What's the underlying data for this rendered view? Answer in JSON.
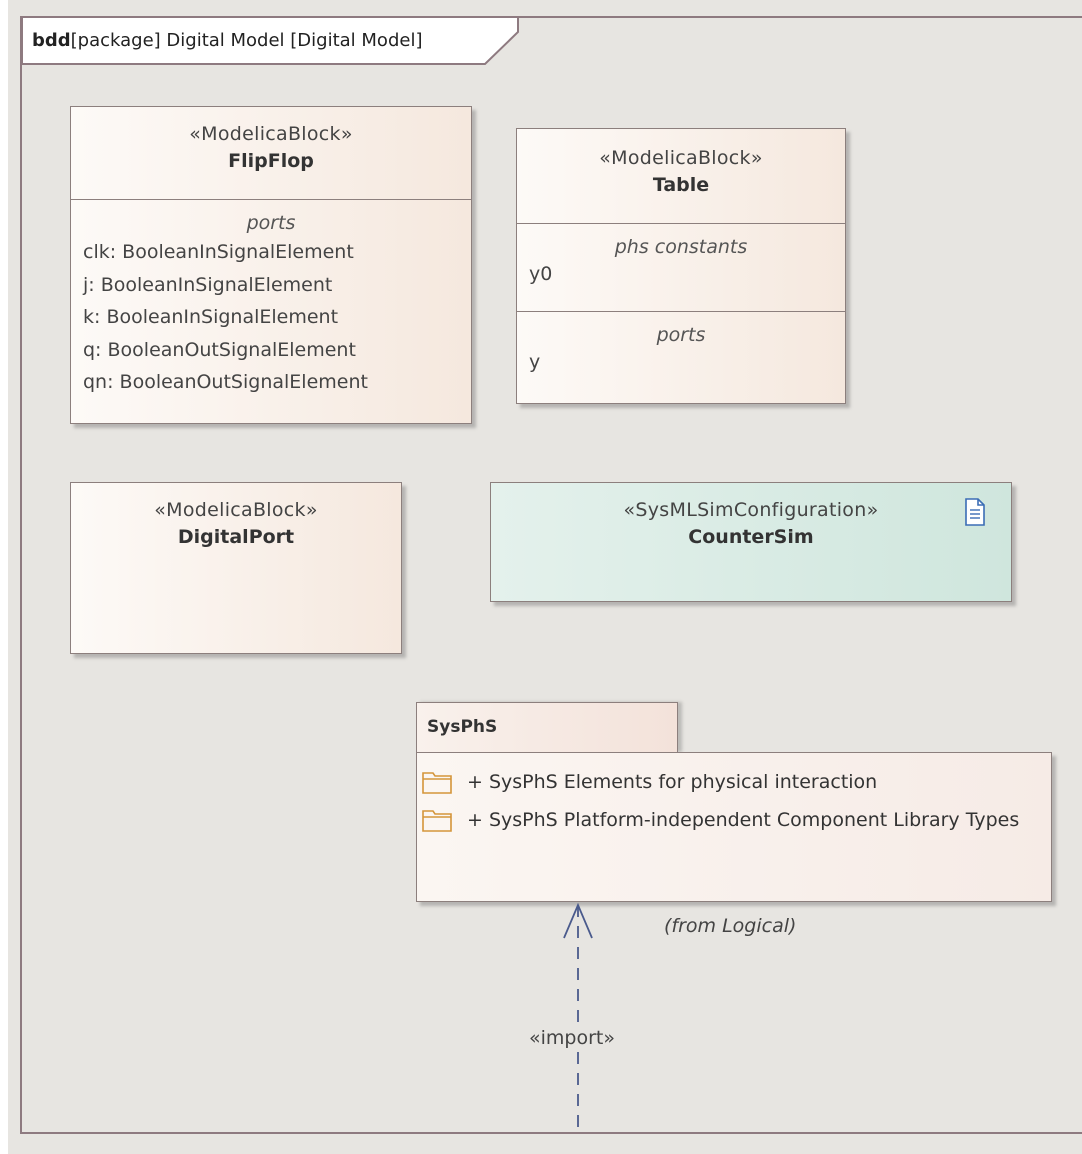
{
  "frame": {
    "kind": "bdd",
    "label": "[package] Digital Model [Digital Model]"
  },
  "blocks": {
    "flipflop": {
      "stereotype": "«ModelicaBlock»",
      "name": "FlipFlop",
      "compartment_title": "ports",
      "items": [
        "clk: BooleanInSignalElement",
        "j: BooleanInSignalElement",
        "k: BooleanInSignalElement",
        "q: BooleanOutSignalElement",
        "qn: BooleanOutSignalElement"
      ]
    },
    "table": {
      "stereotype": "«ModelicaBlock»",
      "name": "Table",
      "constants_title": "phs constants",
      "constants": [
        "y0"
      ],
      "ports_title": "ports",
      "ports": [
        "y"
      ]
    },
    "digitalport": {
      "stereotype": "«ModelicaBlock»",
      "name": "DigitalPort"
    },
    "countersim": {
      "stereotype": "«SysMLSimConfiguration»",
      "name": "CounterSim",
      "icon": "document-icon"
    }
  },
  "package": {
    "name": "SysPhS",
    "items": [
      "+ SysPhS Elements for physical interaction",
      "+ SysPhS Platform-independent Component Library Types"
    ],
    "from_note": "(from Logical)"
  },
  "connector": {
    "label": "«import»"
  },
  "colors": {
    "canvas": "#e7e5e1",
    "block_border": "#8c7f7d",
    "sim_fill": "#d8ece5",
    "folder_icon": "#d4953a",
    "connector": "#4a5a8c"
  }
}
